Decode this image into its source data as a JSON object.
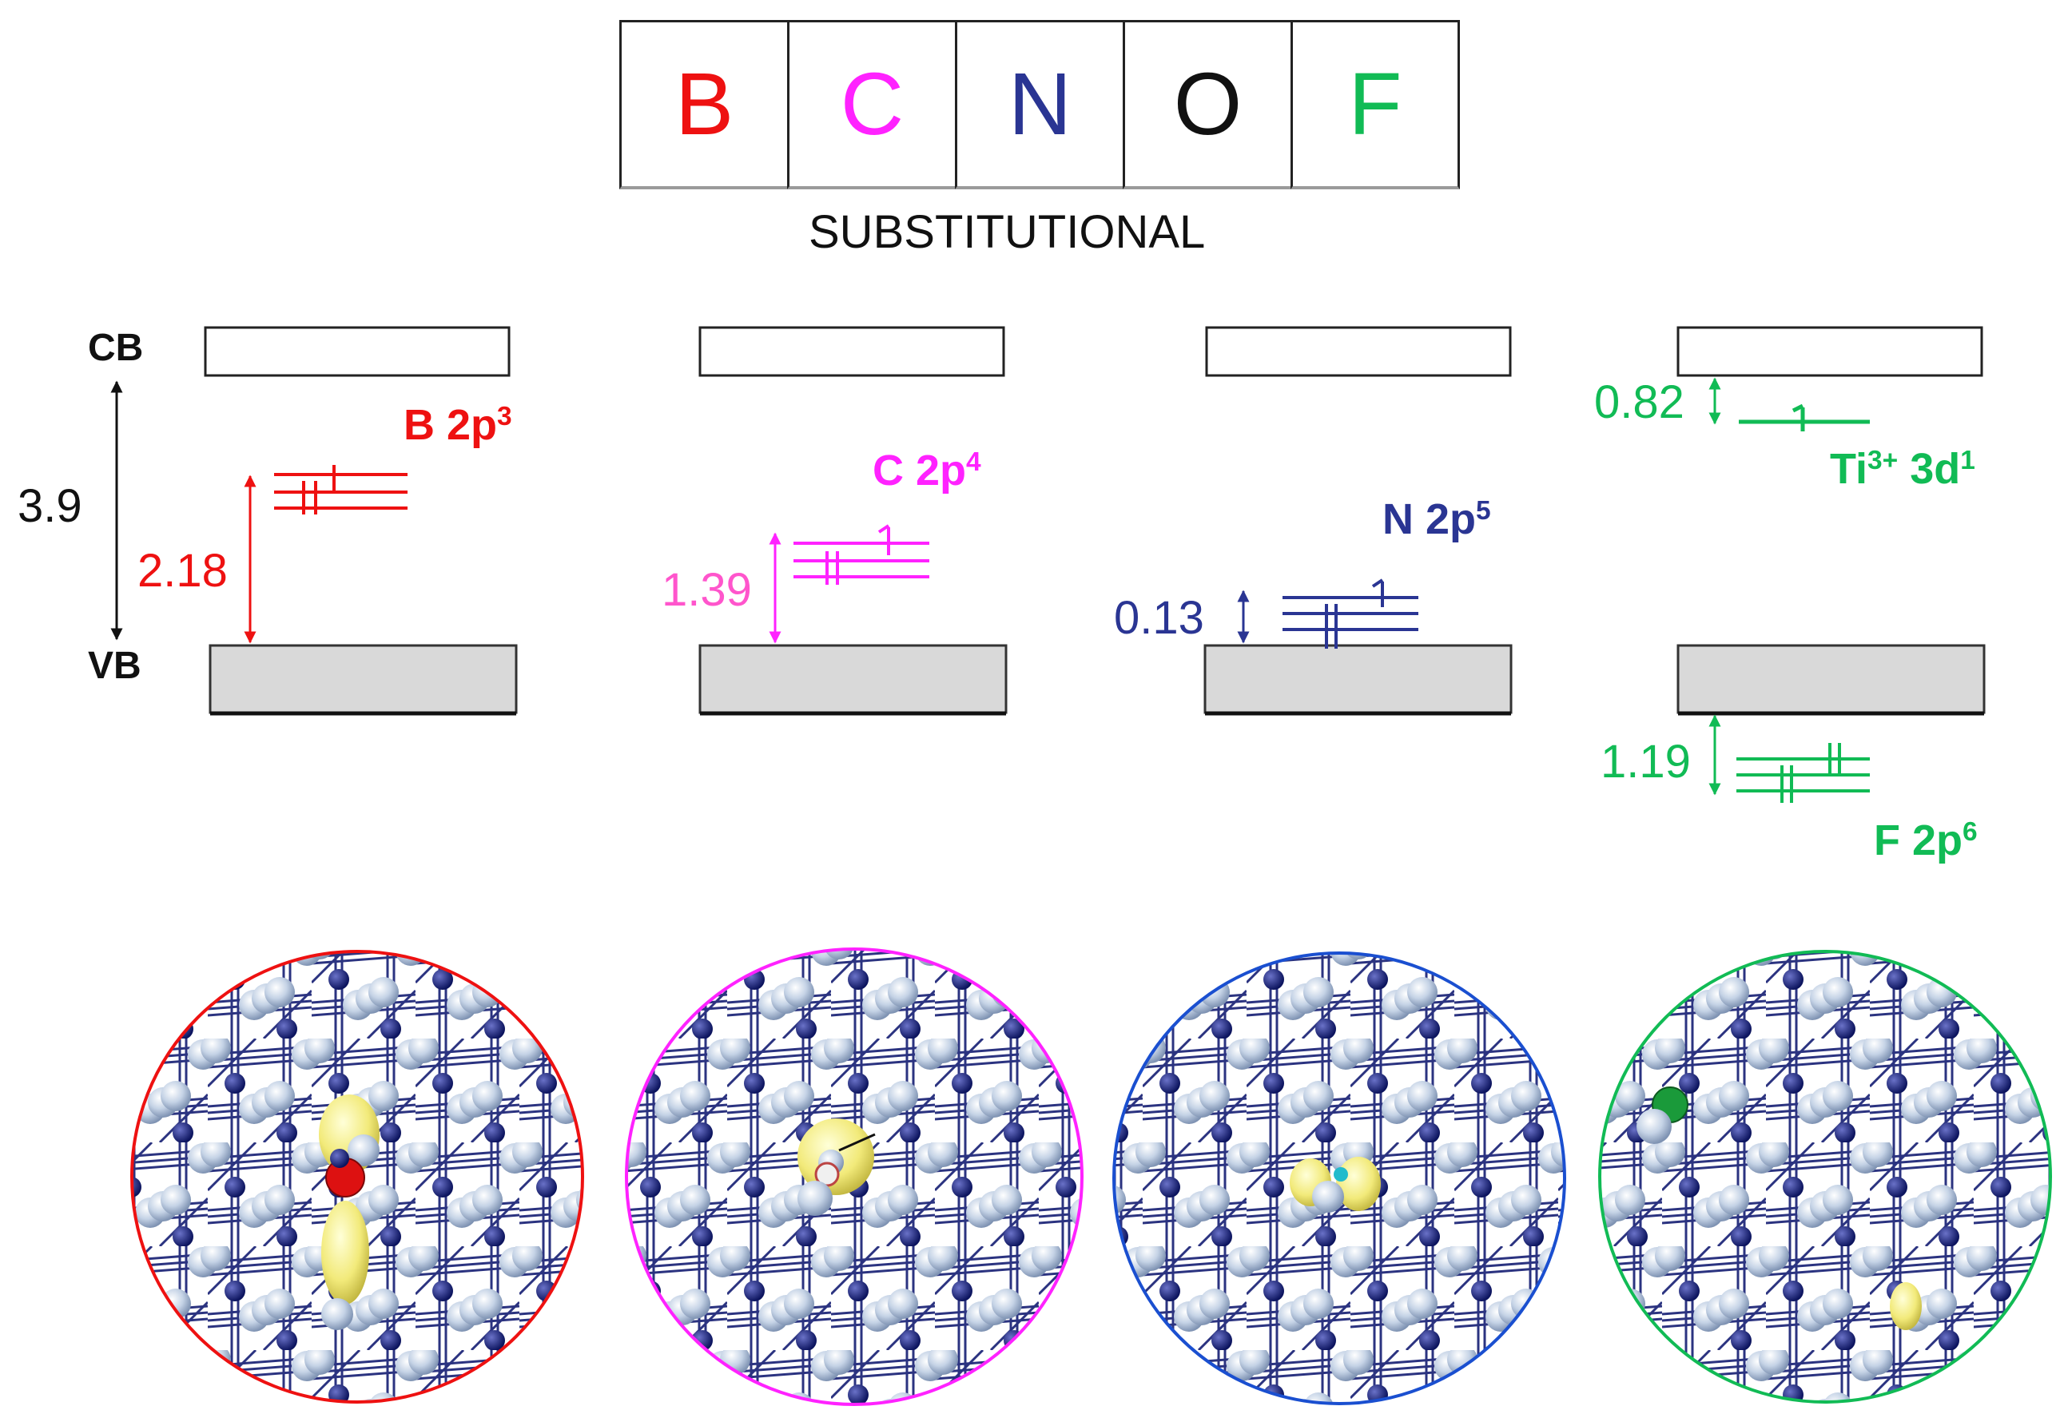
{
  "header": {
    "elements": [
      {
        "symbol": "B",
        "color": "#ee1111"
      },
      {
        "symbol": "C",
        "color": "#ff22ff"
      },
      {
        "symbol": "N",
        "color": "#2a3593"
      },
      {
        "symbol": "O",
        "color": "#111111"
      },
      {
        "symbol": "F",
        "color": "#11bb55"
      }
    ],
    "caption": "SUBSTITUTIONAL"
  },
  "axis": {
    "cb_label": "CB",
    "vb_label": "VB",
    "gap_value": "3.9"
  },
  "panels": [
    {
      "id": "b",
      "color": "#ee1111",
      "gap": "2.18",
      "level_main": "B 2p",
      "level_sup": "3"
    },
    {
      "id": "c",
      "color": "#ff22ff",
      "gap": "1.39",
      "level_main": "C 2p",
      "level_sup": "4"
    },
    {
      "id": "n",
      "color": "#2a3593",
      "gap": "0.13",
      "level_main": "N 2p",
      "level_sup": "5"
    },
    {
      "id": "f",
      "color": "#11bb55",
      "gap_upper": "0.82",
      "gap_lower": "1.19",
      "level_upper_main": "Ti",
      "level_upper_sup": "3+",
      "level_upper_tail": " 3d",
      "level_upper_sup2": "1",
      "level_lower_main": "F 2p",
      "level_lower_sup": "6"
    }
  ],
  "circles": [
    {
      "dopant": "B",
      "ring_color": "#ee1111",
      "dopant_color": "#dd1111"
    },
    {
      "dopant": "C",
      "ring_color": "#ff22ff",
      "dopant_color": "#eeeeee"
    },
    {
      "dopant": "N",
      "ring_color": "#1a4fd0",
      "dopant_color": "#22bbcc"
    },
    {
      "dopant": "F",
      "ring_color": "#11bb55",
      "dopant_color": "#1a9a3a"
    }
  ]
}
